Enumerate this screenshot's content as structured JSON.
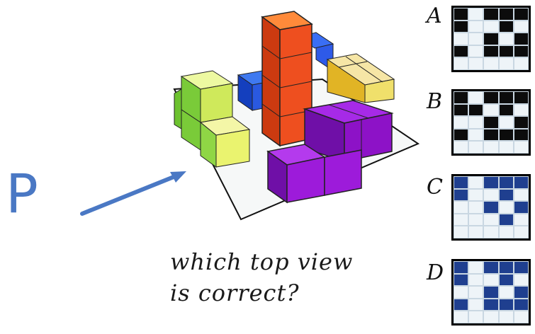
{
  "side_label": "P",
  "question": [
    "which top view",
    "is correct?"
  ],
  "options": [
    {
      "label": "A",
      "rows": [
        "10111",
        "10010",
        "00101",
        "10111",
        "00000"
      ]
    },
    {
      "label": "B",
      "rows": [
        "10111",
        "11010",
        "00101",
        "10111",
        "00000"
      ]
    },
    {
      "label": "C",
      "rows": [
        "10111",
        "10010",
        "00101",
        "00010",
        "00000"
      ]
    },
    {
      "label": "D",
      "rows": [
        "10111",
        "10010",
        "00101",
        "10111",
        "00000"
      ]
    }
  ],
  "colors": {
    "arrow": "#4a78c4",
    "red": "#ee4f1f",
    "blue": "#2a59e0",
    "purple": "#8d12c7",
    "yellow": "#f0e06b",
    "green": "#b9e24b"
  }
}
